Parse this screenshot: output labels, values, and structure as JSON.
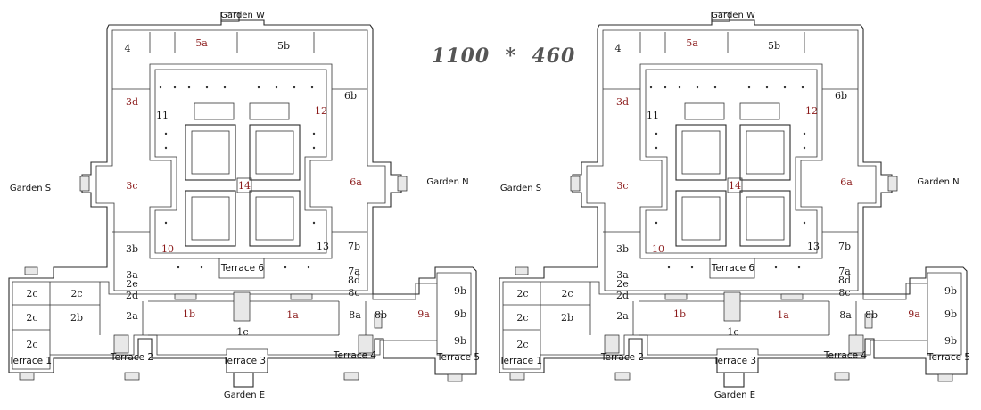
{
  "dimension_label": "1100  *  460",
  "colors": {
    "wall": "#2a2a2a",
    "room_label": "#1a1a1a",
    "highlight_label": "#8b1a1a",
    "watermark": "#555555"
  },
  "gardens": {
    "west": "Garden W",
    "south": "Garden S",
    "north": "Garden N",
    "east": "Garden E"
  },
  "terraces": {
    "t1": "Terrace 1",
    "t2": "Terrace 2",
    "t3": "Terrace 3",
    "t4": "Terrace 4",
    "t5": "Terrace 5",
    "t6": "Terrace 6"
  },
  "rooms": {
    "r4": "4",
    "r5a": "5a",
    "r5b": "5b",
    "r6b": "6b",
    "r3d": "3d",
    "r11": "11",
    "r12": "12",
    "r3c": "3c",
    "r14": "14",
    "r6a": "6a",
    "r3b": "3b",
    "r10": "10",
    "r13": "13",
    "r7b": "7b",
    "r3a": "3a",
    "r2e": "2e",
    "r2d": "2d",
    "r7a": "7a",
    "r8d": "8d",
    "r8c": "8c",
    "r2c": "2c",
    "r2b": "2b",
    "r2a": "2a",
    "r1b": "1b",
    "r1a": "1a",
    "r1c": "1c",
    "r8a": "8a",
    "r8b": "8b",
    "r9a": "9a",
    "r9b": "9b"
  }
}
